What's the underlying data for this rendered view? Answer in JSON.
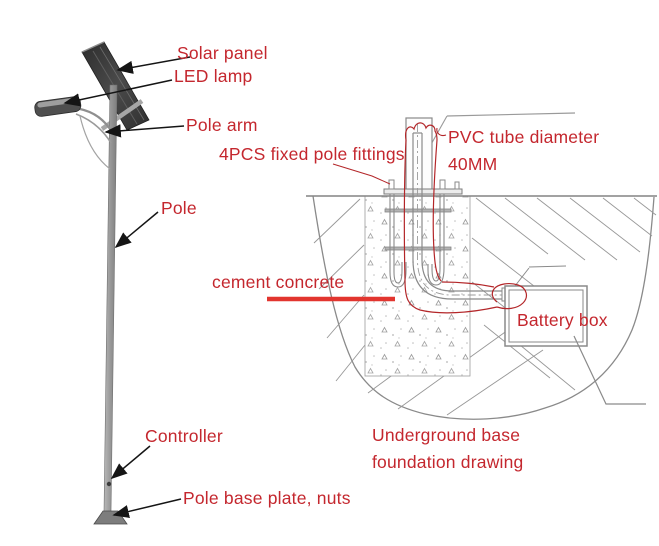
{
  "colors": {
    "label_red": "#c4272e",
    "trace_red": "#b32629",
    "underline_red": "#e2352f",
    "line_gray": "#8a8a8a",
    "pole_gray": "#9c9c9c",
    "panel_dark": "#3a3a3a"
  },
  "pole_figure": {
    "labels": {
      "solar_panel": "Solar panel",
      "led_lamp": "LED lamp",
      "pole_arm": "Pole arm",
      "pole": "Pole",
      "controller": "Controller",
      "pole_base": "Pole base plate, nuts"
    }
  },
  "foundation_figure": {
    "labels": {
      "fittings": "4PCS fixed pole fittings",
      "pvc_line1": "PVC tube diameter",
      "pvc_line2": "40MM",
      "cement": "cement concrete",
      "battery_box": "Battery box",
      "caption_line1": "Underground base",
      "caption_line2": "foundation drawing"
    }
  }
}
